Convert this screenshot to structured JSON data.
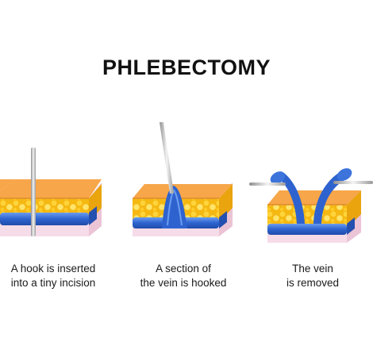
{
  "title": "PHLEBECTOMY",
  "steps": [
    {
      "caption_line1": "A hook is inserted",
      "caption_line2": "into a tiny incision"
    },
    {
      "caption_line1": "A section of",
      "caption_line2": "the vein is hooked"
    },
    {
      "caption_line1": "The vein",
      "caption_line2": "is removed"
    }
  ],
  "colors": {
    "skin_top": "#F7A64A",
    "skin_side": "#EE8E2F",
    "fat": "#F5B812",
    "fat_bubble": "#FFE46A",
    "dermis": "#F6DCE8",
    "vein": "#2E63CF",
    "vein_light": "#5A8FE8",
    "hook": "#C9C9C9"
  }
}
